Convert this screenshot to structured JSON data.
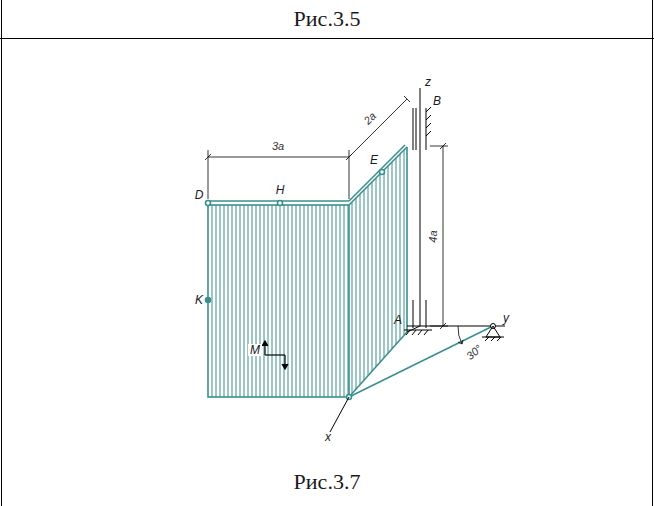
{
  "diagram": {
    "labels": [
      "Рис.3.5",
      "3a",
      "2a",
      "z",
      "B",
      "E",
      "D",
      "H",
      "4a",
      "K",
      "M",
      "A",
      "y",
      "30°",
      "x",
      "Рис.3.7"
    ]
  }
}
